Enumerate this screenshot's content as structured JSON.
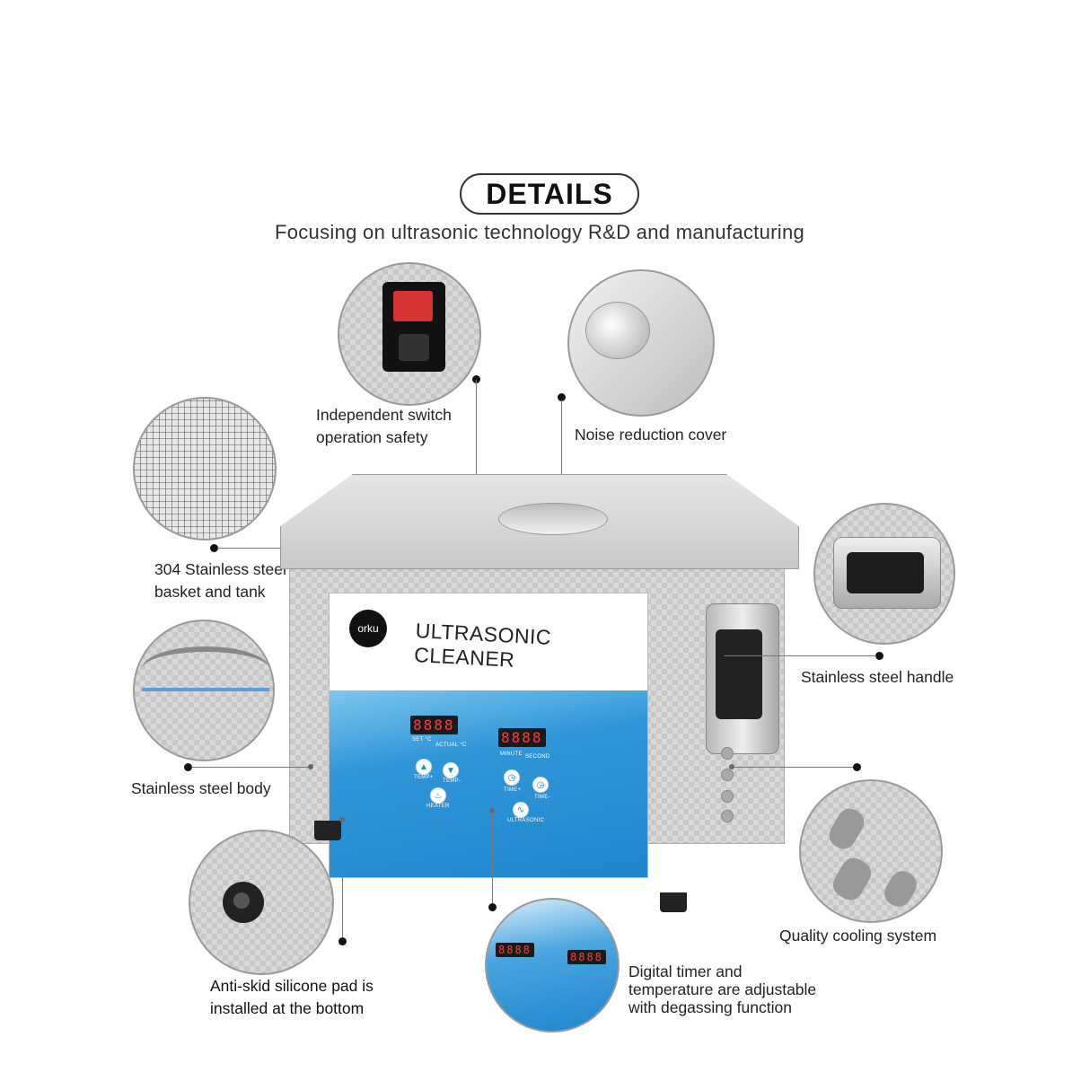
{
  "header": {
    "title": "DETAILS",
    "subtitle": "Focusing on ultrasonic technology R&D and manufacturing"
  },
  "features": {
    "switch": {
      "line1": "Independent switch",
      "line2": "operation safety"
    },
    "cover": {
      "line1": "Noise reduction cover"
    },
    "basket": {
      "line1": "304 Stainless steel",
      "line2": "basket and tank"
    },
    "handle": {
      "line1": "Stainless steel handle"
    },
    "body": {
      "line1": "Stainless steel body"
    },
    "cooling": {
      "line1": "Quality cooling system"
    },
    "pad": {
      "line1": "Anti-skid silicone pad is",
      "line2": "installed at the bottom"
    },
    "timer": {
      "line1": "Digital timer and",
      "line2": "temperature are adjustable",
      "line3": "with degassing function"
    }
  },
  "device": {
    "brand": "orku",
    "panel_title": "ULTRASONIC CLEANER",
    "display_temp": "8888",
    "display_time": "8888",
    "temp_set_label": "SET °C",
    "temp_actual_label": "ACTUAL °C",
    "time_minute_label": "MINUTE",
    "time_second_label": "SECOND",
    "btn_temp_up": "TEMP+",
    "btn_temp_down": "TEMP-",
    "btn_heater": "HEATER",
    "btn_time_up": "TIME+",
    "btn_time_down": "TIME-",
    "btn_ultrasonic": "ULTRASONIC"
  },
  "colors": {
    "panel_blue": "#1f86cf",
    "lcd_red": "#ff3a3a",
    "switch_red": "#d63333"
  }
}
